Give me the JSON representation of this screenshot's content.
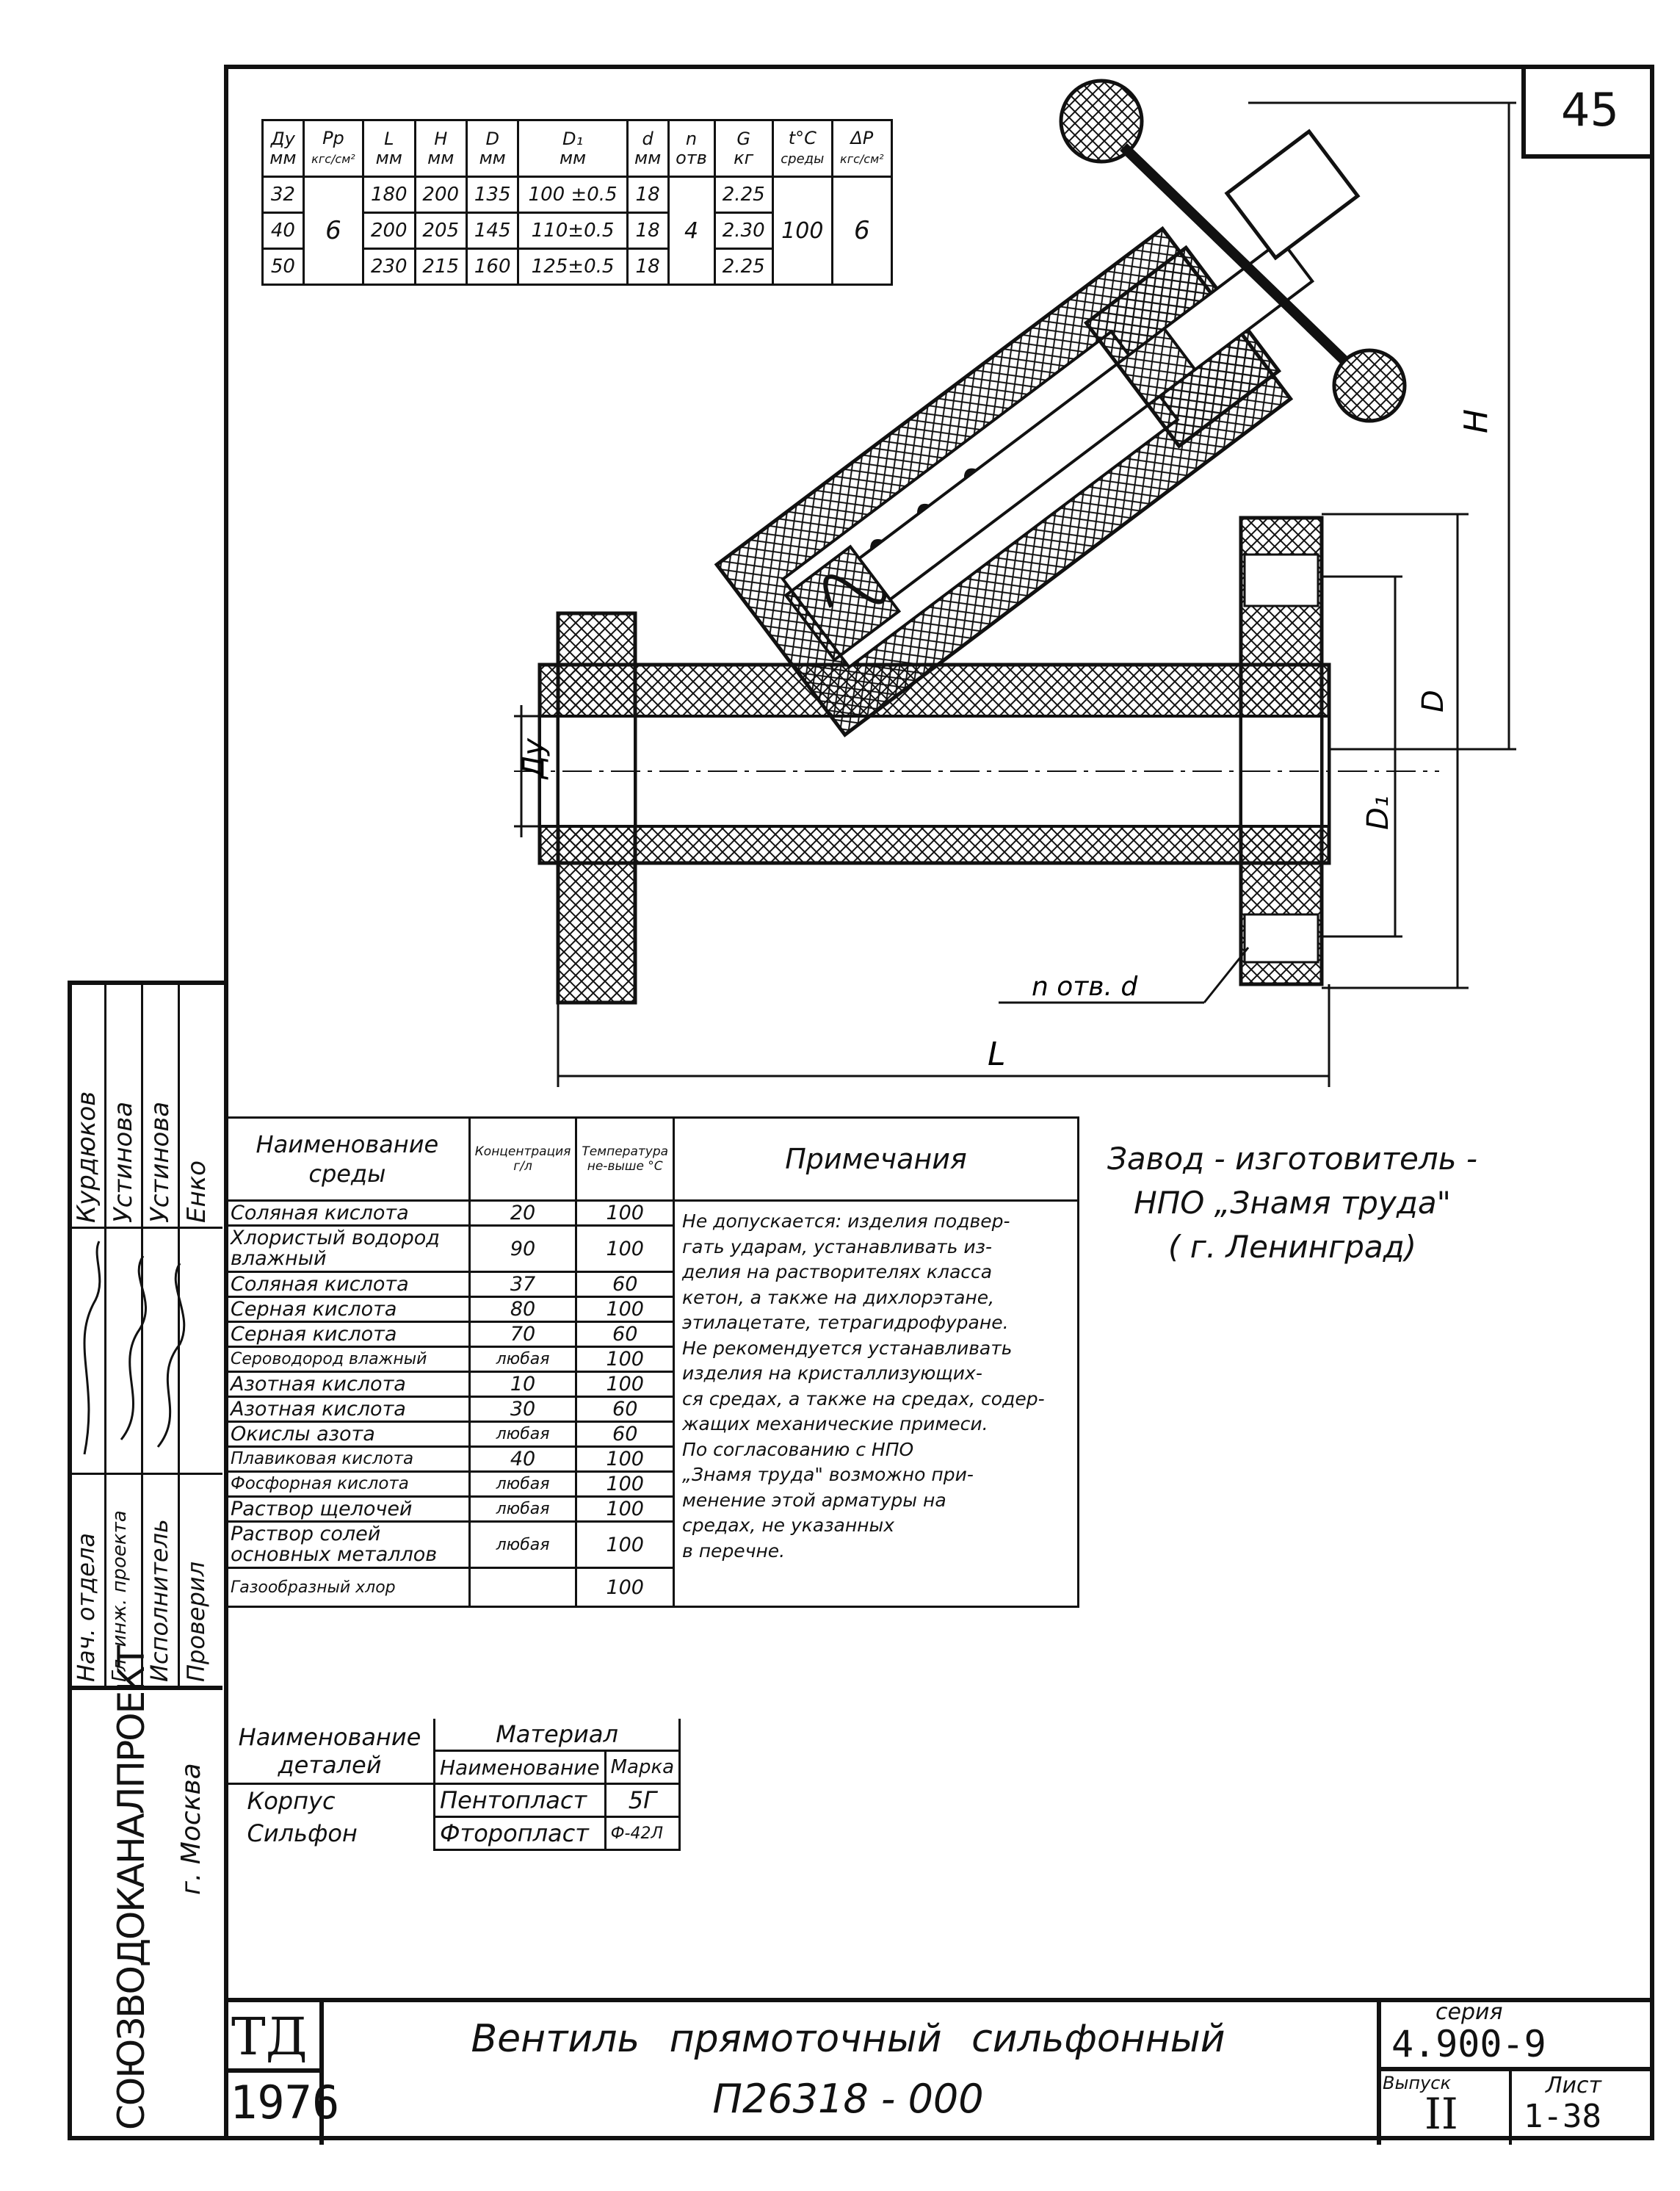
{
  "sheet_number": "45",
  "spec_table": {
    "headers": [
      {
        "top": "Ду",
        "bottom": "мм"
      },
      {
        "top": "Рр",
        "bottom": "кгс/см²"
      },
      {
        "top": "L",
        "bottom": "мм"
      },
      {
        "top": "H",
        "bottom": "мм"
      },
      {
        "top": "D",
        "bottom": "мм"
      },
      {
        "top": "D₁",
        "bottom": "мм"
      },
      {
        "top": "d",
        "bottom": "мм"
      },
      {
        "top": "n",
        "bottom": "отв"
      },
      {
        "top": "G",
        "bottom": "кг"
      },
      {
        "top": "t°C",
        "bottom": "среды"
      },
      {
        "top": "ΔP",
        "bottom": "кгс/см²"
      }
    ],
    "rows": [
      {
        "dy": "32",
        "l": "180",
        "h": "200",
        "d": "135",
        "d1": "100 ±0.5",
        "dd": "18",
        "g": "2.25"
      },
      {
        "dy": "40",
        "l": "200",
        "h": "205",
        "d": "145",
        "d1": "110±0.5",
        "dd": "18",
        "g": "2.30"
      },
      {
        "dy": "50",
        "l": "230",
        "h": "215",
        "d": "160",
        "d1": "125±0.5",
        "dd": "18",
        "g": "2.25"
      }
    ],
    "pp": "6",
    "n": "4",
    "t": "100",
    "dp": "6"
  },
  "drawing_labels": {
    "dy": "Ду",
    "d": "D",
    "d1": "D₁",
    "h": "H",
    "l": "L",
    "holes": "n отв. d"
  },
  "manufacturer": {
    "line1": "Завод - изготовитель -",
    "line2": "НПО „Знамя труда\"",
    "line3": "( г. Ленинград)"
  },
  "media_table": {
    "headers": {
      "name": "Наименование среды",
      "conc": "Концентрация г/л",
      "temp": "Температура не-выше °С",
      "note": "Примечания"
    },
    "rows": [
      {
        "name": "Соляная кислота",
        "conc": "20",
        "temp": "100"
      },
      {
        "name": "Хлористый водород влажный",
        "conc": "90",
        "temp": "100"
      },
      {
        "name": "Соляная кислота",
        "conc": "37",
        "temp": "60"
      },
      {
        "name": "Серная кислота",
        "conc": "80",
        "temp": "100"
      },
      {
        "name": "Серная кислота",
        "conc": "70",
        "temp": "60"
      },
      {
        "name": "Сероводород влажный",
        "conc": "любая",
        "temp": "100"
      },
      {
        "name": "Азотная кислота",
        "conc": "10",
        "temp": "100"
      },
      {
        "name": "Азотная кислота",
        "conc": "30",
        "temp": "60"
      },
      {
        "name": "Окислы азота",
        "conc": "любая",
        "temp": "60"
      },
      {
        "name": "Плавиковая кислота",
        "conc": "40",
        "temp": "100"
      },
      {
        "name": "Фосфорная кислота",
        "conc": "любая",
        "temp": "100"
      },
      {
        "name": "Раствор щелочей",
        "conc": "любая",
        "temp": "100"
      },
      {
        "name": "Раствор солей основных металлов",
        "conc": "любая",
        "temp": "100"
      },
      {
        "name": "Газообразный хлор",
        "conc": "",
        "temp": "100"
      }
    ],
    "note_lines": [
      "Не допускается: изделия подвер-",
      "гать ударам, устанавливать из-",
      "делия на растворителях класса",
      "кетон, а также на дихлорэтане,",
      "этилацетате, тетрагидрофуране.",
      "Не рекомендуется устанавливать",
      "изделия на кристаллизующих-",
      "ся средах, а также на средах, содер-",
      "жащих механические примеси.",
      "По согласованию с НПО",
      "„Знамя труда\" возможно при-",
      "менение этой арматуры на",
      "средах, не указанных",
      "в перечне."
    ]
  },
  "material_table": {
    "h1": "Наименование деталей",
    "h2": "Материал",
    "h3": "Наименование",
    "h4": "Марка",
    "rows": [
      {
        "part": "Корпус",
        "material": "Пентопласт",
        "grade": "5Г"
      },
      {
        "part": "Сильфон",
        "material": "Фторопласт",
        "grade": "Ф-42Л"
      }
    ]
  },
  "stamp": {
    "side_names": [
      "Курдюков",
      "Устинова",
      "Устинова",
      "Енко"
    ],
    "side_roles": [
      "Нач. отдела",
      "Гл. инж. проекта",
      "Исполнитель",
      "Проверил"
    ],
    "org": "СОЮЗВОДОКАНАЛПРОЕКТ",
    "city": "г. Москва",
    "td": "ТД",
    "year": "1976",
    "title": "Вентиль прямоточный сильфонный",
    "code": "П26318 - 000",
    "series_label": "серия",
    "series": "4.900-9",
    "issue_label": "Выпуск",
    "issue": "II",
    "sheet_label": "Лист",
    "sheet": "1-38"
  }
}
